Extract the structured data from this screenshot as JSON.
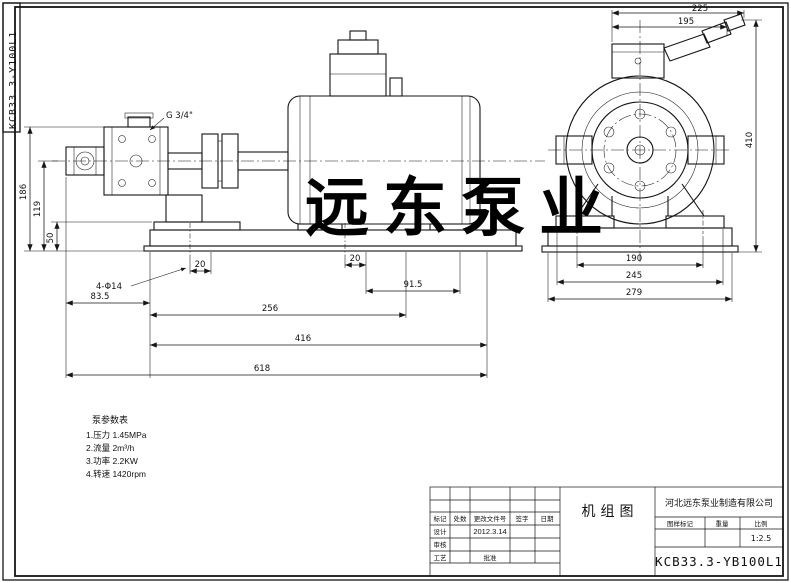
{
  "corner_label": "KCB33.3-Y100L1",
  "watermark": "远东泵业",
  "port_thread": "G 3/4\"",
  "dims": {
    "d225": "225",
    "d195": "195",
    "d410": "410",
    "d186": "186",
    "d119": "119",
    "d50": "50",
    "d20a": "20",
    "d20b": "20",
    "d915": "91.5",
    "d835": "83.5",
    "holes": "4-Φ14",
    "d256": "256",
    "d416": "416",
    "d618": "618",
    "d190": "190",
    "d245": "245",
    "d279": "279"
  },
  "notes": {
    "title": "泵参数表",
    "lines": [
      "1.压力  1.45MPa",
      "2.流量  2m³/h",
      "3.功率  2.2KW",
      "4.转速  1420rpm"
    ]
  },
  "title_block": {
    "drawing_title": "机组图",
    "company": "河北远东泵业制造有限公司",
    "model": "KCB33.3-YB100L1",
    "col_mark": "标记",
    "col_count": "处数",
    "col_doc": "更改文件号",
    "col_sign": "签字",
    "col_date": "日期",
    "row_design": "设计",
    "row_check": "审核",
    "row_process": "工艺",
    "row_approve": "批准",
    "design_date": "2012.3.14",
    "stamp_mark": "图样标记",
    "stamp_weight": "重量",
    "stamp_scale": "比例",
    "scale_value": "1:2.5"
  }
}
